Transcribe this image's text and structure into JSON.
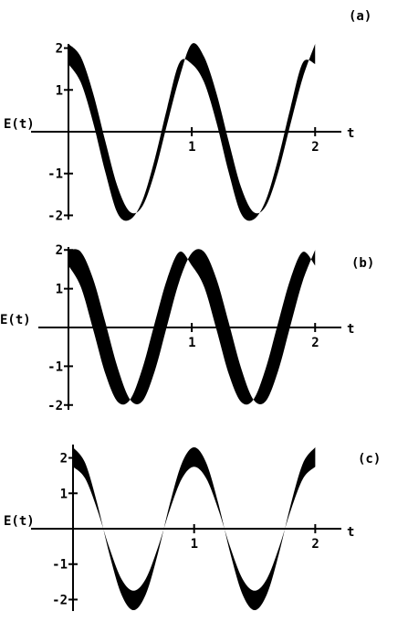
{
  "chart_data": [
    {
      "type": "area",
      "panel_label": "(a)",
      "xlabel": "t",
      "ylabel": "E(t)",
      "xlim": [
        0,
        2.05
      ],
      "ylim": [
        -2.1,
        2.1
      ],
      "x_ticks": [
        "1",
        "2"
      ],
      "y_ticks": [
        "2",
        "1",
        "-1",
        "-2"
      ],
      "grid": false,
      "series": [
        {
          "x": [
            0,
            0.1,
            0.2,
            0.3,
            0.4,
            0.5,
            0.6,
            0.7,
            0.8,
            0.9,
            1.0,
            1.1,
            1.2,
            1.3,
            1.4,
            1.5,
            1.6,
            1.7,
            1.8,
            1.9,
            2.0
          ],
          "upper": [
            2.1,
            1.79,
            0.92,
            -0.24,
            -1.33,
            -1.92,
            -1.78,
            -0.97,
            0.18,
            1.29,
            2.1,
            1.79,
            0.92,
            -0.24,
            -1.33,
            -1.92,
            -1.78,
            -0.97,
            0.18,
            1.29,
            2.1
          ],
          "lower": [
            1.62,
            1.18,
            0.22,
            -0.98,
            -1.96,
            -2.1,
            -1.64,
            -0.65,
            0.57,
            1.65,
            1.62,
            1.18,
            0.22,
            -0.98,
            -1.96,
            -2.1,
            -1.64,
            -0.65,
            0.57,
            1.65,
            1.62
          ]
        }
      ]
    },
    {
      "type": "area",
      "panel_label": "(b)",
      "xlabel": "t",
      "ylabel": "E(t)",
      "xlim": [
        0,
        2.05
      ],
      "ylim": [
        -2.1,
        2.1
      ],
      "x_ticks": [
        "1",
        "2"
      ],
      "y_ticks": [
        "2",
        "1",
        "-1",
        "-2"
      ],
      "grid": false,
      "series": [
        {
          "x": [
            0,
            0.1,
            0.2,
            0.3,
            0.4,
            0.5,
            0.6,
            0.7,
            0.8,
            0.9,
            1.0,
            1.1,
            1.2,
            1.3,
            1.4,
            1.5,
            1.6,
            1.7,
            1.8,
            1.9,
            2.0
          ],
          "upper": [
            2.0,
            1.95,
            1.25,
            0.12,
            -1.05,
            -1.86,
            -1.9,
            -1.12,
            0.05,
            1.2,
            1.92,
            1.95,
            1.25,
            0.12,
            -1.05,
            -1.86,
            -1.9,
            -1.12,
            0.05,
            1.2,
            2.0
          ],
          "lower": [
            1.6,
            1.05,
            -0.05,
            -1.2,
            -1.92,
            -1.86,
            -1.05,
            0.12,
            1.25,
            1.95,
            1.6,
            1.05,
            -0.05,
            -1.2,
            -1.92,
            -1.86,
            -1.05,
            0.12,
            1.25,
            1.95,
            1.6
          ]
        }
      ]
    },
    {
      "type": "area",
      "panel_label": "(c)",
      "xlabel": "t",
      "ylabel": "E(t)",
      "xlim": [
        0,
        2.05
      ],
      "ylim": [
        -2.35,
        2.35
      ],
      "x_ticks": [
        "1",
        "2"
      ],
      "y_ticks": [
        "2",
        "1",
        "-1",
        "-2"
      ],
      "grid": false,
      "series": [
        {
          "x": [
            0,
            0.1,
            0.2,
            0.3,
            0.4,
            0.5,
            0.6,
            0.7,
            0.8,
            0.9,
            1.0,
            1.1,
            1.2,
            1.3,
            1.4,
            1.5,
            1.6,
            1.7,
            1.8,
            1.9,
            2.0
          ],
          "upper": [
            2.3,
            1.86,
            0.71,
            -0.71,
            -1.86,
            -2.3,
            -1.86,
            -0.71,
            0.71,
            1.86,
            2.3,
            1.86,
            0.71,
            -0.71,
            -1.86,
            -2.3,
            -1.86,
            -0.71,
            0.71,
            1.86,
            2.3
          ],
          "lower": [
            1.75,
            1.42,
            0.54,
            -0.54,
            -1.42,
            -1.75,
            -1.42,
            -0.54,
            0.54,
            1.42,
            1.75,
            1.42,
            0.54,
            -0.54,
            -1.42,
            -1.75,
            -1.42,
            -0.54,
            0.54,
            1.42,
            1.75
          ]
        }
      ]
    }
  ]
}
